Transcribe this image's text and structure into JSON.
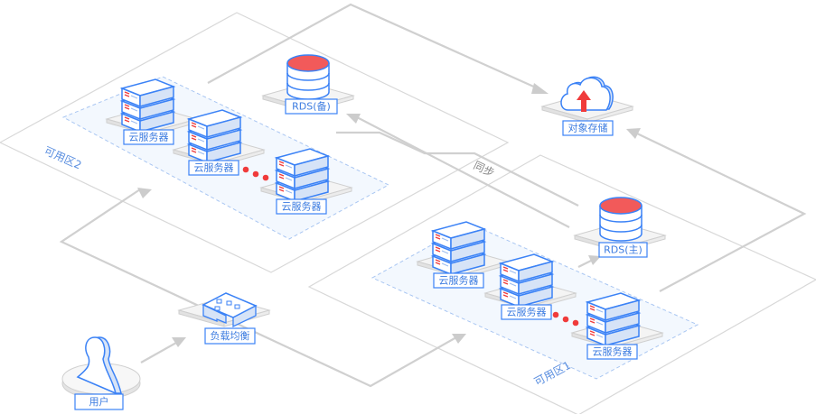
{
  "zones": {
    "zone1": "可用区1",
    "zone2": "可用区2"
  },
  "sync_label": "同步",
  "nodes": {
    "server_label": "云服务器",
    "rds_standby": "RDS(备)",
    "rds_primary": "RDS(主)",
    "object_storage": "对象存储",
    "load_balancer": "负载均衡",
    "user": "用户"
  },
  "colors": {
    "accent": "#3b82f6",
    "db_top": "#f25a5a",
    "dots": "#f03b3b",
    "zone_fill": "#f3f8fe"
  }
}
